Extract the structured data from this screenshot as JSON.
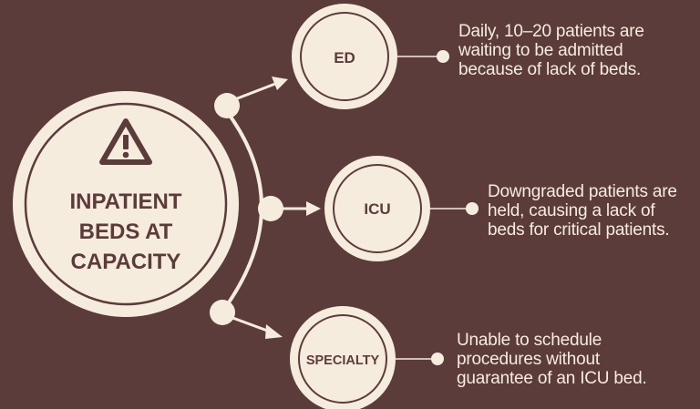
{
  "center": {
    "icon": "warning-icon",
    "lines": [
      "INPATIENT",
      "BEDS AT",
      "CAPACITY"
    ]
  },
  "nodes": [
    {
      "label": "ED",
      "description": [
        "Daily, 10–20 patients are",
        "waiting to be admitted",
        "because of lack of beds."
      ]
    },
    {
      "label": "ICU",
      "description": [
        "Downgraded patients are",
        "held, causing a lack of",
        "beds for critical patients."
      ]
    },
    {
      "label": "SPECIALTY",
      "description": [
        "Unable to schedule",
        "procedures without",
        "guarantee of an ICU bed."
      ]
    }
  ],
  "colors": {
    "background": "#5b3c3a",
    "circle_fill": "#f6ecde",
    "text_light": "#f6ecde",
    "text_dark": "#5b3c3a"
  }
}
